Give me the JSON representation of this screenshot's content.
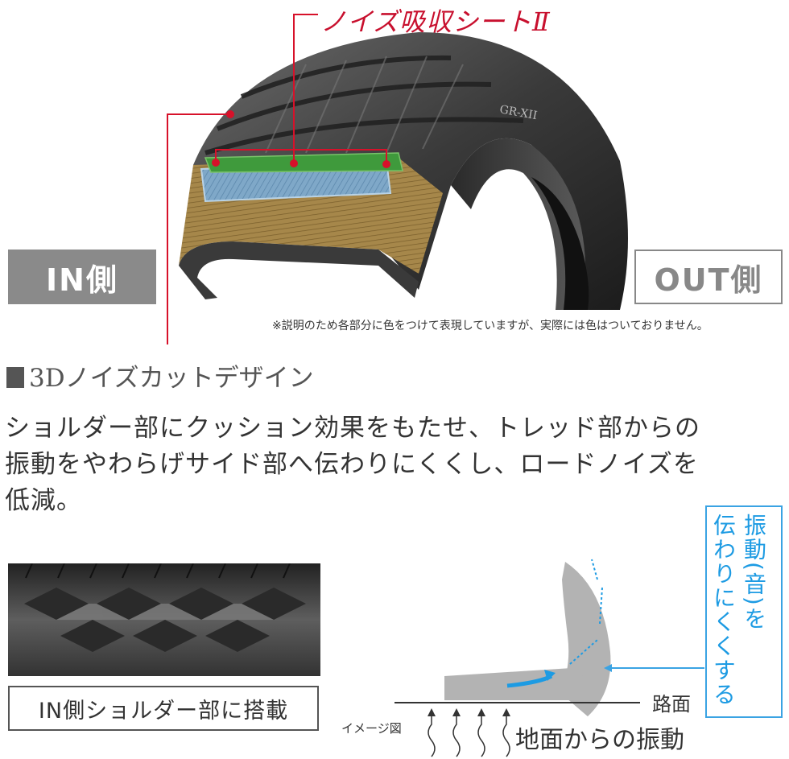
{
  "header": {
    "sheet_title": "ノイズ吸収シートⅡ"
  },
  "labels": {
    "in_side": "IN側",
    "out_side": "OUT側"
  },
  "tire_sidewall_text": "GR-XII",
  "note": "※説明のため各部分に色をつけて表現していますが、実際には色はついておりません。",
  "section": {
    "title": "3Dノイズカットデザイン",
    "body_line1": "ショルダー部にクッション効果をもたせ、トレッド部からの",
    "body_line2": "振動をやわらげサイド部へ伝わりにくくし、ロードノイズを",
    "body_line3": "低減。"
  },
  "photo_caption": "IN側ショルダー部に搭載",
  "diagram": {
    "road_label": "路面",
    "image_label": "イメージ図",
    "ground_vibration": "地面からの振動",
    "callout_col1": "振動(音)を",
    "callout_col2": "伝わりにくくする"
  },
  "colors": {
    "accent_red": "#c8102e",
    "accent_blue": "#1d9be3",
    "in_label_bg": "#8a8a8a"
  }
}
